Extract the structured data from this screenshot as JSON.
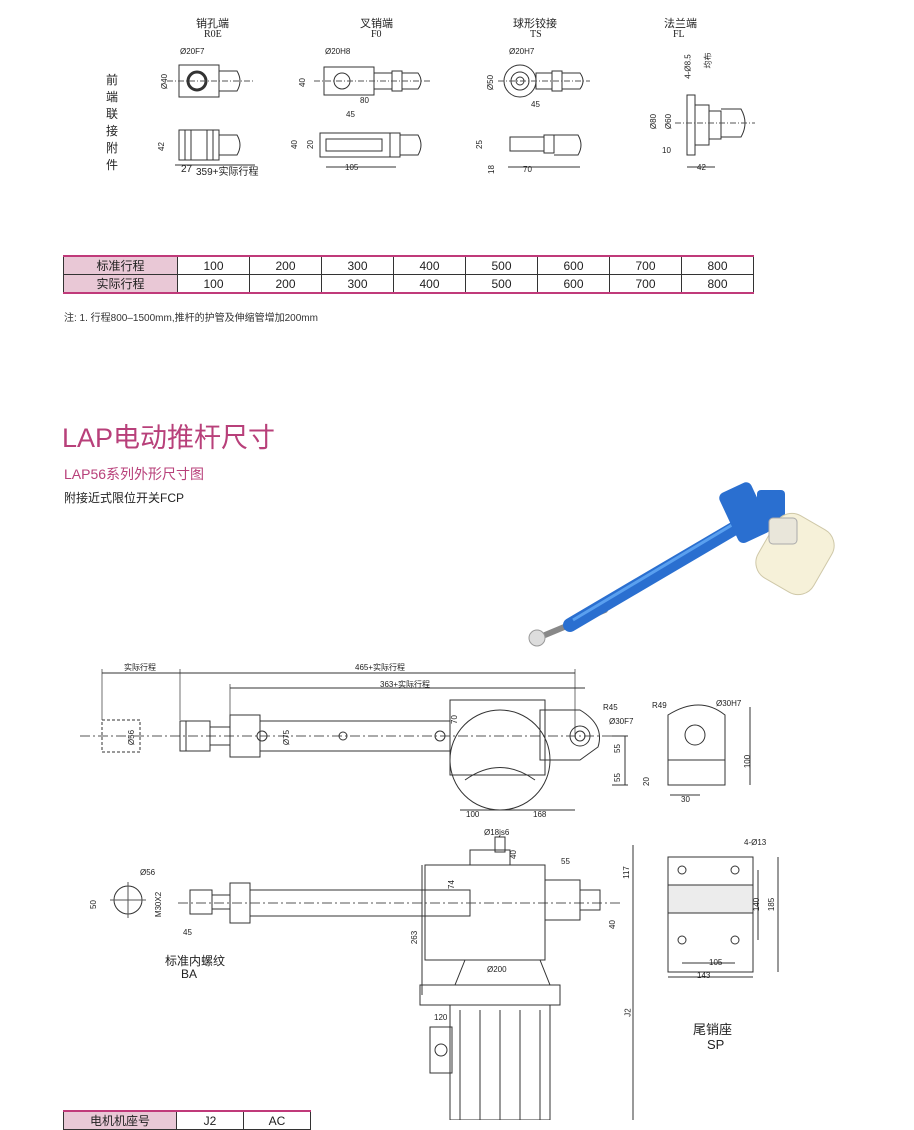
{
  "attachments": {
    "side_label": "前端联接附件",
    "roe": {
      "name": "销孔端",
      "code": "R0E",
      "d_hole": "Ø20F7",
      "d_body": "Ø40",
      "h": "42",
      "a": "27",
      "stroke": "359+实际行程"
    },
    "f0": {
      "name": "叉销端",
      "code": "F0",
      "d_hole": "Ø20H8",
      "h1": "40",
      "w80": "80",
      "w45": "45",
      "h40": "40",
      "h20": "20",
      "w105": "105"
    },
    "ts": {
      "name": "球形铰接",
      "code": "TS",
      "d_hole": "Ø20H7",
      "d_body": "Ø50",
      "w45": "45",
      "h25": "25",
      "h18": "18",
      "w70": "70"
    },
    "fl": {
      "name": "法兰端",
      "code": "FL",
      "holes": "4-Ø8.5",
      "spread": "均布",
      "d80": "Ø80",
      "d60": "Ø60",
      "h10": "10",
      "w42": "42"
    }
  },
  "stroke_table": {
    "rows": [
      {
        "label": "标准行程",
        "values": [
          "100",
          "200",
          "300",
          "400",
          "500",
          "600",
          "700",
          "800"
        ]
      },
      {
        "label": "实际行程",
        "values": [
          "100",
          "200",
          "300",
          "400",
          "500",
          "600",
          "700",
          "800"
        ]
      }
    ]
  },
  "note": "注:  1. 行程800–1500mm,推杆的护管及伸缩管增加200mm",
  "section_title": "LAP电动推杆尺寸",
  "series_title": "LAP56系列外形尺寸图",
  "series_note": "附接近式限位开关FCP",
  "drawing": {
    "actual_stroke": "实际行程",
    "len465": "465+实际行程",
    "len363": "363+实际行程",
    "r45": "R45",
    "d30f7": "Ø30F7",
    "d56": "Ø56",
    "d75": "Ø75",
    "h70": "70",
    "h55a": "55",
    "h55b": "55",
    "w100": "100",
    "w168": "168",
    "r49": "R49",
    "d30h7": "Ø30H7",
    "h100": "100",
    "h20": "20",
    "w30": "30",
    "d18js6": "Ø18js6",
    "h40": "40",
    "w55": "55",
    "h117": "117",
    "h74": "74",
    "h40b": "40",
    "h263": "263",
    "d200": "Ø200",
    "j2": "J2",
    "w120": "120",
    "ba_d56": "Ø56",
    "ba_50": "50",
    "ba_m30": "M30X2",
    "ba_45": "45",
    "ba_name": "标准内螺纹",
    "ba_code": "BA",
    "sp_holes": "4-Ø13",
    "sp_140": "140",
    "sp_185": "185",
    "sp_105": "105",
    "sp_143": "143",
    "sp_name": "尾销座",
    "sp_code": "SP"
  },
  "motor_table": {
    "label": "电机机座号",
    "cols": [
      "J2",
      "AC"
    ]
  }
}
